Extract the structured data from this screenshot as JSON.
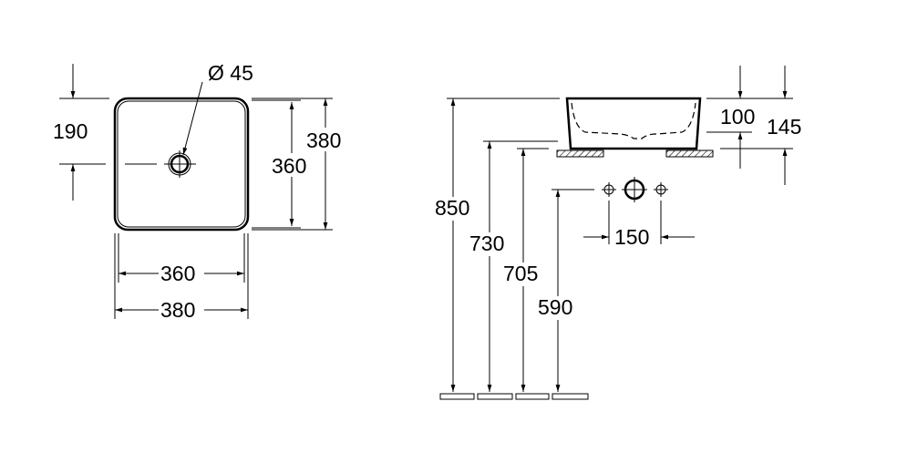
{
  "top_view": {
    "drain_diameter": "Ø 45",
    "drain_offset": "190",
    "inner_depth": "360",
    "outer_depth": "380",
    "inner_width": "360",
    "outer_width": "380"
  },
  "side_view": {
    "rim_height": "850",
    "counter_height_730": "730",
    "counter_height_705": "705",
    "tap_height": "590",
    "bowl_depth": "100",
    "total_height": "145",
    "tap_spacing": "150"
  }
}
